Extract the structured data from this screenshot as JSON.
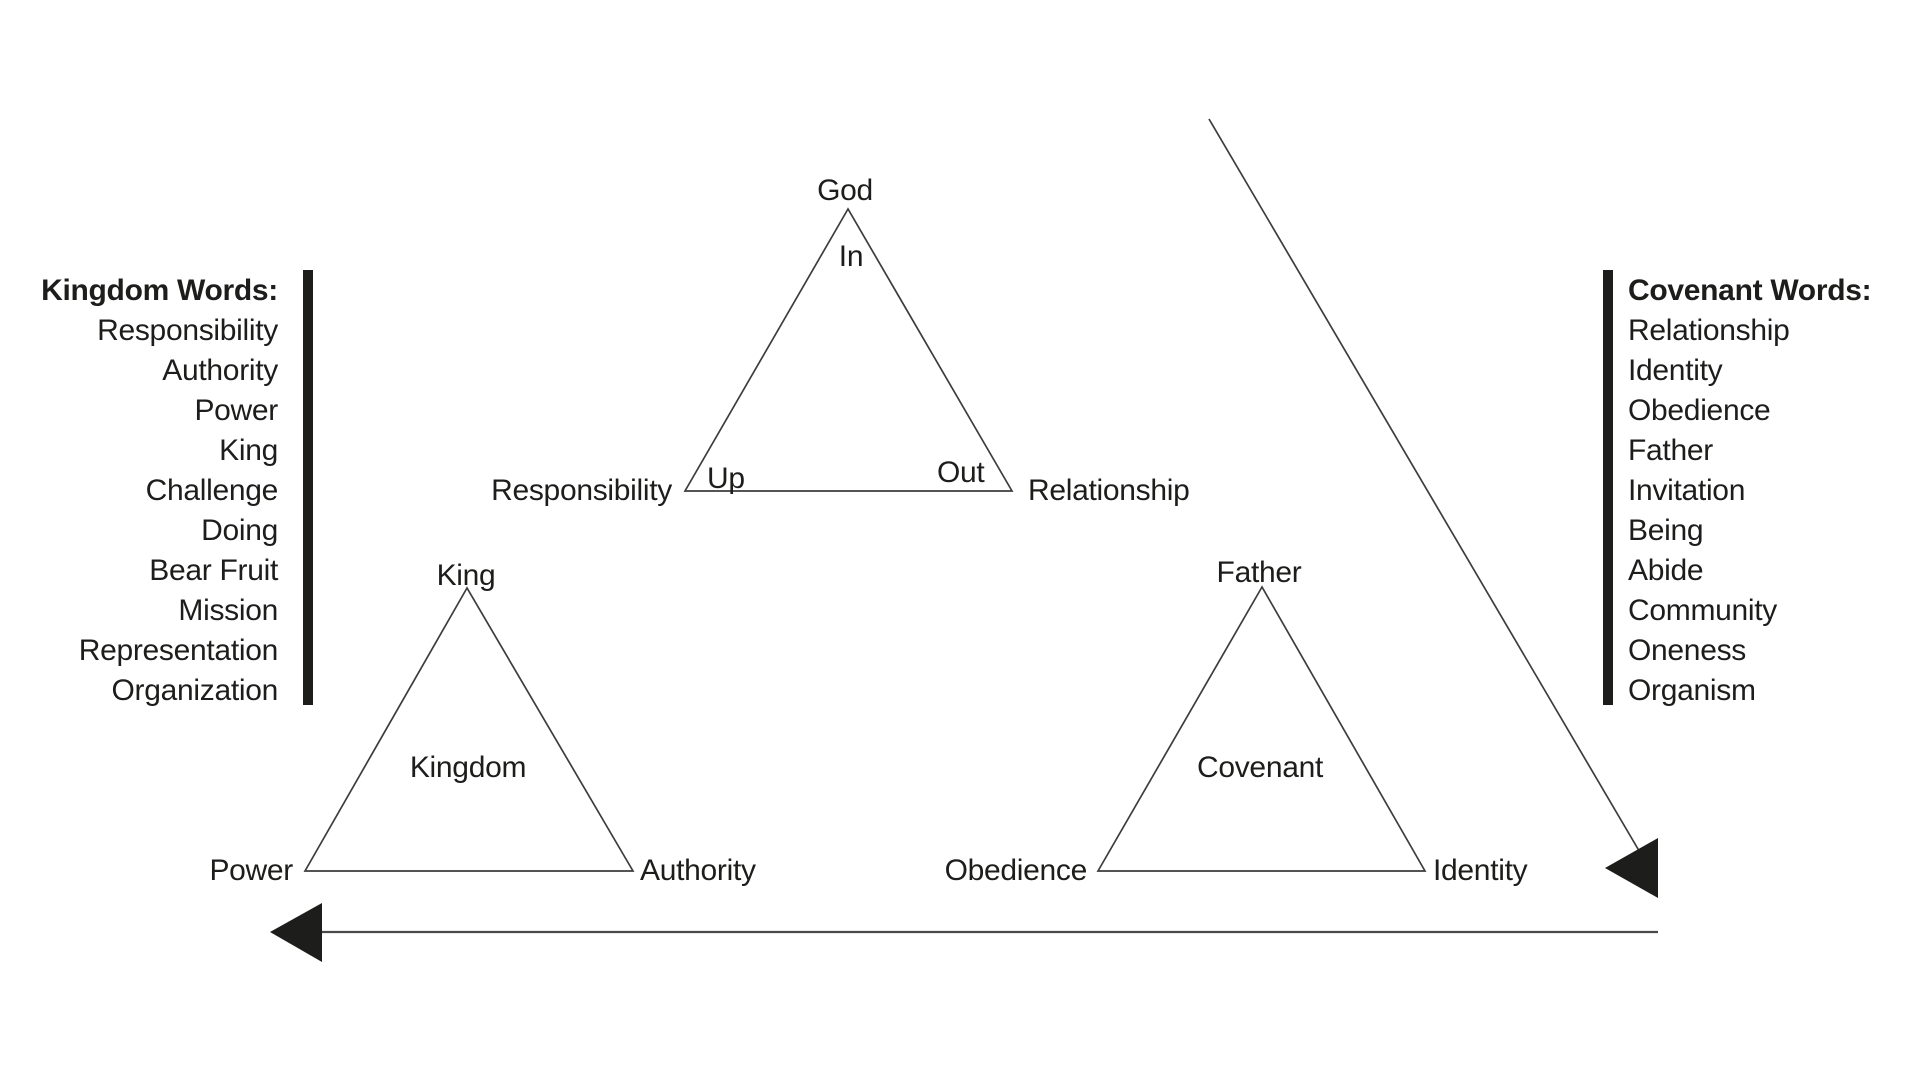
{
  "colors": {
    "background": "#ffffff",
    "ink": "#1d1d1b",
    "line": "#3d3d3c"
  },
  "kingdom_list": {
    "heading": "Kingdom Words:",
    "items": [
      "Responsibility",
      "Authority",
      "Power",
      "King",
      "Challenge",
      "Doing",
      "Bear Fruit",
      "Mission",
      "Representation",
      "Organization"
    ]
  },
  "covenant_list": {
    "heading": "Covenant Words:",
    "items": [
      "Relationship",
      "Identity",
      "Obedience",
      "Father",
      "Invitation",
      "Being",
      "Abide",
      "Community",
      "Oneness",
      "Organism"
    ]
  },
  "triangles": {
    "god": {
      "apex_label": "God",
      "inner_apex": "In",
      "inner_left": "Up",
      "inner_right": "Out",
      "left_label": "Responsibility",
      "right_label": "Relationship"
    },
    "kingdom": {
      "apex_label": "King",
      "center_label": "Kingdom",
      "left_label": "Power",
      "right_label": "Authority"
    },
    "covenant": {
      "apex_label": "Father",
      "center_label": "Covenant",
      "left_label": "Obedience",
      "right_label": "Identity"
    }
  },
  "arrows": {
    "diagonal": {
      "icon": "left-arrowhead-icon",
      "direction": "left"
    },
    "bottom": {
      "icon": "left-arrowhead-icon",
      "direction": "left"
    }
  }
}
